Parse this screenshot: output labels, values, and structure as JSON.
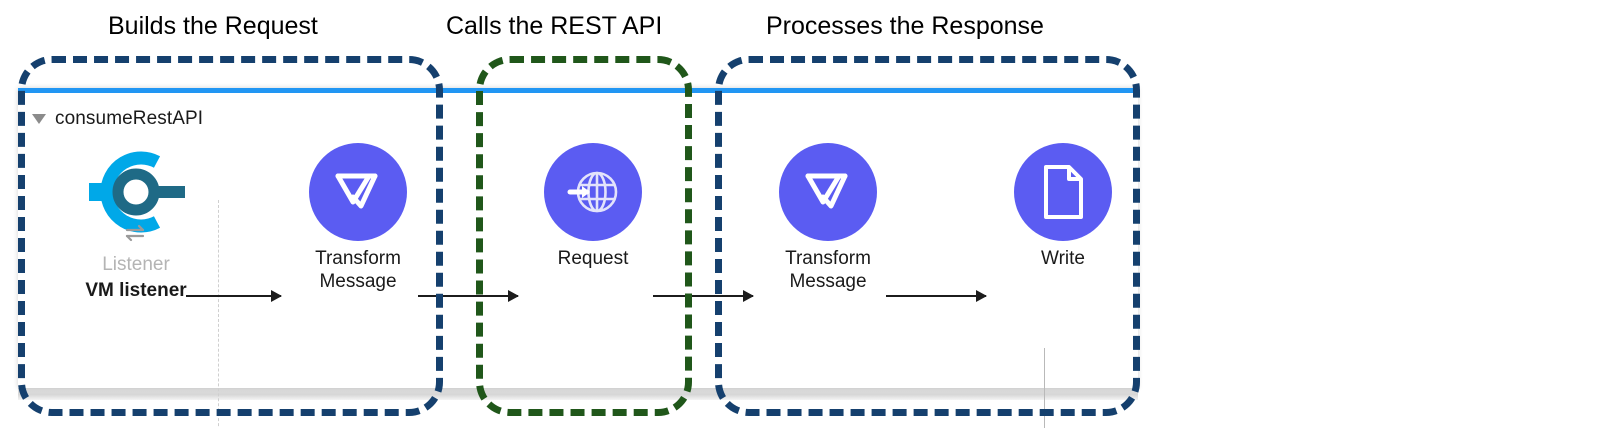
{
  "annotations": [
    {
      "id": "builds",
      "label": "Builds the Request",
      "color": "#15406E",
      "style": "dashed"
    },
    {
      "id": "calls",
      "label": "Calls the REST API",
      "color": "#20571A",
      "style": "dashed"
    },
    {
      "id": "process",
      "label": "Processes the Response",
      "color": "#15406E",
      "style": "dashed"
    }
  ],
  "flow": {
    "name": "consumeRestAPI",
    "toggle_icon": "triangle-down-icon",
    "topbar_color": "#2196F3",
    "nodes": [
      {
        "id": "listener",
        "icon": "vm-listener-icon",
        "sub_label": "Listener",
        "main_label": "VM listener",
        "accent_color": "#00A3E0",
        "accent_dark": "#1F6A86"
      },
      {
        "id": "transform1",
        "icon": "transform-message-icon",
        "sub_label": "",
        "main_label": "Transform\nMessage",
        "accent_color": "#5B5CF2"
      },
      {
        "id": "request",
        "icon": "http-request-globe-icon",
        "sub_label": "",
        "main_label": "Request",
        "accent_color": "#5B5CF2"
      },
      {
        "id": "transform2",
        "icon": "transform-message-icon",
        "sub_label": "",
        "main_label": "Transform\nMessage",
        "accent_color": "#5B5CF2"
      },
      {
        "id": "write",
        "icon": "write-file-icon",
        "sub_label": "",
        "main_label": "Write",
        "accent_color": "#5B5CF2"
      }
    ],
    "connectors": [
      {
        "id": "arrow-1",
        "from": "listener",
        "to": "transform1"
      },
      {
        "id": "arrow-2",
        "from": "transform1",
        "to": "request"
      },
      {
        "id": "arrow-3",
        "from": "request",
        "to": "transform2"
      },
      {
        "id": "arrow-4",
        "from": "transform2",
        "to": "write"
      }
    ]
  }
}
